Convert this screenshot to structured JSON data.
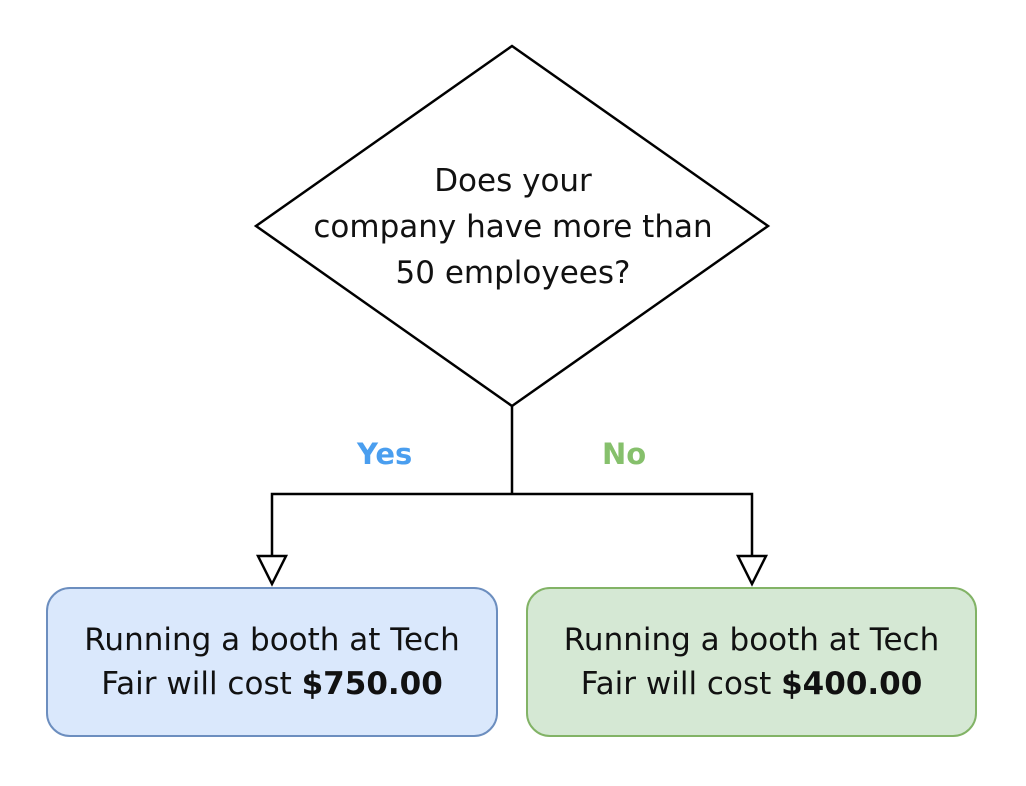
{
  "decision": {
    "line1": "Does your",
    "line2": "company have more than",
    "line3": "50 employees?"
  },
  "branches": {
    "yes_label": "Yes",
    "no_label": "No"
  },
  "outcomes": {
    "yes": {
      "line1": "Running a booth at Tech",
      "line2_prefix": "Fair will cost ",
      "amount": "$750.00"
    },
    "no": {
      "line1": "Running a booth at Tech",
      "line2_prefix": "Fair will cost ",
      "amount": "$400.00"
    }
  },
  "colors": {
    "yes_label": "#4a9eef",
    "no_label": "#86c06c",
    "yes_box_fill": "#dae8fc",
    "yes_box_stroke": "#6c8ebf",
    "no_box_fill": "#d5e8d4",
    "no_box_stroke": "#82b366",
    "line": "#000000"
  }
}
